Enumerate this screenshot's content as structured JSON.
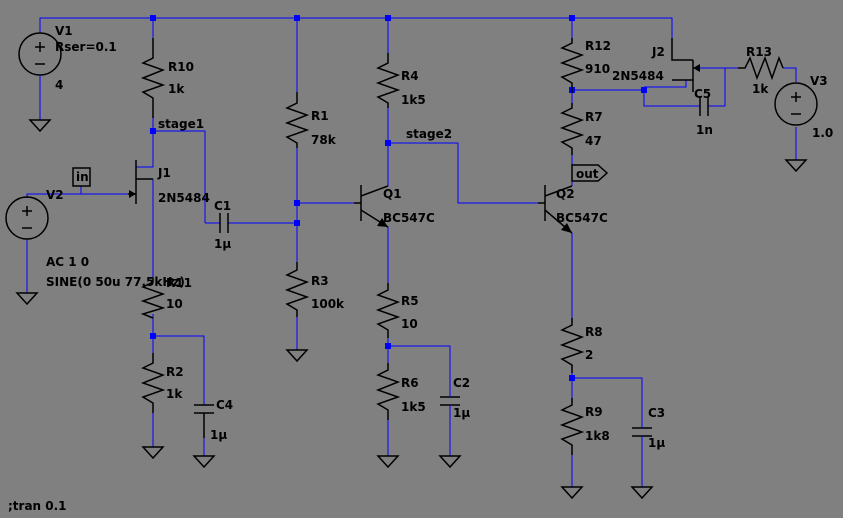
{
  "directive": ";tran 0.1",
  "colors": {
    "background": "#808080",
    "wire": "#0000ff",
    "component": "#000000",
    "junction": "#0000ff"
  },
  "sources": {
    "V1": {
      "name": "V1",
      "param": "Rser=0.1",
      "value": "4"
    },
    "V2": {
      "name": "V2",
      "line1": "AC 1 0",
      "line2": "SINE(0 50u 77.5kHz)"
    },
    "V3": {
      "name": "V3",
      "value": "1.0"
    }
  },
  "resistors": {
    "R1": {
      "name": "R1",
      "value": "78k"
    },
    "R2": {
      "name": "R2",
      "value": "1k"
    },
    "R3": {
      "name": "R3",
      "value": "100k"
    },
    "R4": {
      "name": "R4",
      "value": "1k5"
    },
    "R5": {
      "name": "R5",
      "value": "10"
    },
    "R6": {
      "name": "R6",
      "value": "1k5"
    },
    "R7": {
      "name": "R7",
      "value": "47"
    },
    "R8": {
      "name": "R8",
      "value": "2"
    },
    "R9": {
      "name": "R9",
      "value": "1k8"
    },
    "R10": {
      "name": "R10",
      "value": "1k"
    },
    "R11": {
      "name": "R11",
      "value": "10"
    },
    "R12": {
      "name": "R12",
      "value": "910"
    },
    "R13": {
      "name": "R13",
      "value": "1k"
    }
  },
  "capacitors": {
    "C1": {
      "name": "C1",
      "value": "1µ"
    },
    "C2": {
      "name": "C2",
      "value": "1µ"
    },
    "C3": {
      "name": "C3",
      "value": "1µ"
    },
    "C4": {
      "name": "C4",
      "value": "1µ"
    },
    "C5": {
      "name": "C5",
      "value": "1n"
    }
  },
  "transistors": {
    "J1": {
      "name": "J1",
      "model": "2N5484"
    },
    "J2": {
      "name": "J2",
      "model": "2N5484"
    },
    "Q1": {
      "name": "Q1",
      "model": "BC547C"
    },
    "Q2": {
      "name": "Q2",
      "model": "BC547C"
    }
  },
  "nets": {
    "stage1": "stage1",
    "stage2": "stage2",
    "in": "in",
    "out": "out"
  }
}
